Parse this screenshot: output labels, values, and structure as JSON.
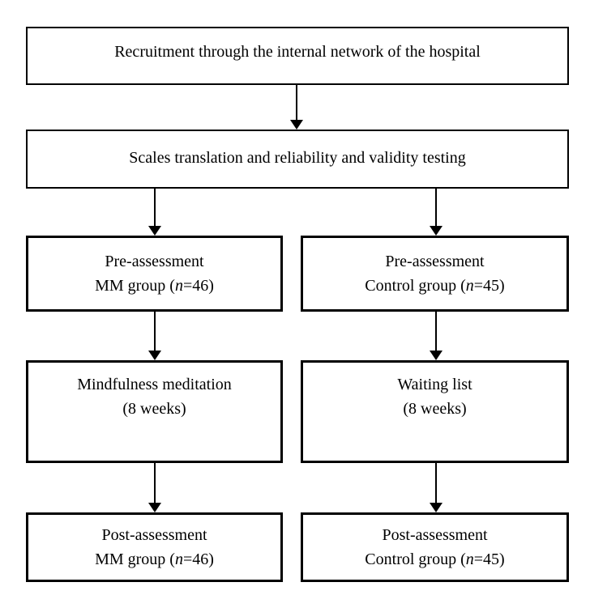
{
  "colors": {
    "foreground": "#000000",
    "background": "#ffffff"
  },
  "diagram": {
    "box_recruitment": {
      "text": "Recruitment through the internal network of the hospital"
    },
    "box_scales": {
      "text": "Scales translation and reliability and validity testing"
    },
    "box_pre_mm": {
      "line1": "Pre-assessment",
      "line2_prefix": "MM group (",
      "n": "n",
      "line2_suffix": "=46)"
    },
    "box_pre_control": {
      "line1": "Pre-assessment",
      "line2_prefix": "Control group (",
      "n": "n",
      "line2_suffix": "=45)"
    },
    "box_intervention": {
      "line1": "Mindfulness meditation",
      "line2": "(8 weeks)"
    },
    "box_waiting": {
      "line1": "Waiting list",
      "line2": "(8 weeks)"
    },
    "box_post_mm": {
      "line1": "Post-assessment",
      "line2_prefix": "MM group (",
      "n": "n",
      "line2_suffix": "=46)"
    },
    "box_post_control": {
      "line1": "Post-assessment",
      "line2_prefix": "Control group (",
      "n": "n",
      "line2_suffix": "=45)"
    }
  }
}
